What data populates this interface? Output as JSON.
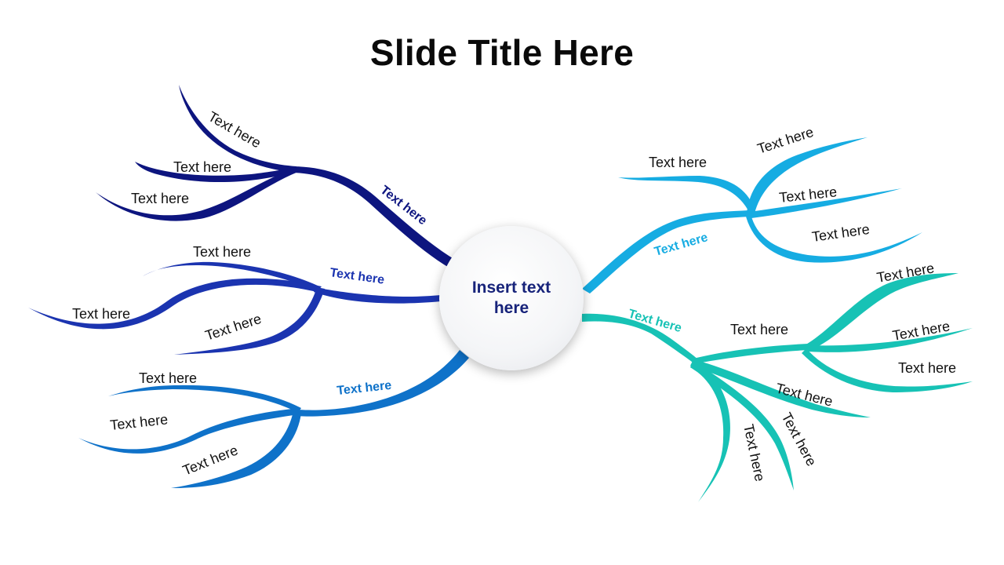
{
  "title": "Slide Title Here",
  "center": {
    "text": "Insert text here",
    "color": "#17237a"
  },
  "colors": {
    "navy": "#0d157f",
    "royal": "#1b34b0",
    "blue": "#0f72c9",
    "sky": "#16ace2",
    "teal": "#17c2b5"
  },
  "branches": [
    {
      "id": "navy",
      "label": "Text here",
      "leaves": [
        "Text here",
        "Text here",
        "Text here"
      ]
    },
    {
      "id": "royal",
      "label": "Text here",
      "leaves": [
        "Text here",
        "Text here",
        "Text here"
      ]
    },
    {
      "id": "blue",
      "label": "Text here",
      "leaves": [
        "Text here",
        "Text here",
        "Text here"
      ]
    },
    {
      "id": "sky",
      "label": "Text here",
      "leaves": [
        "Text here",
        "Text here",
        "Text here",
        "Text here"
      ]
    },
    {
      "id": "teal",
      "label": "Text here",
      "leaves": [
        "Text here",
        "Text here",
        "Text here",
        "Text here",
        "Text here",
        "Text here",
        "Text here"
      ]
    }
  ]
}
